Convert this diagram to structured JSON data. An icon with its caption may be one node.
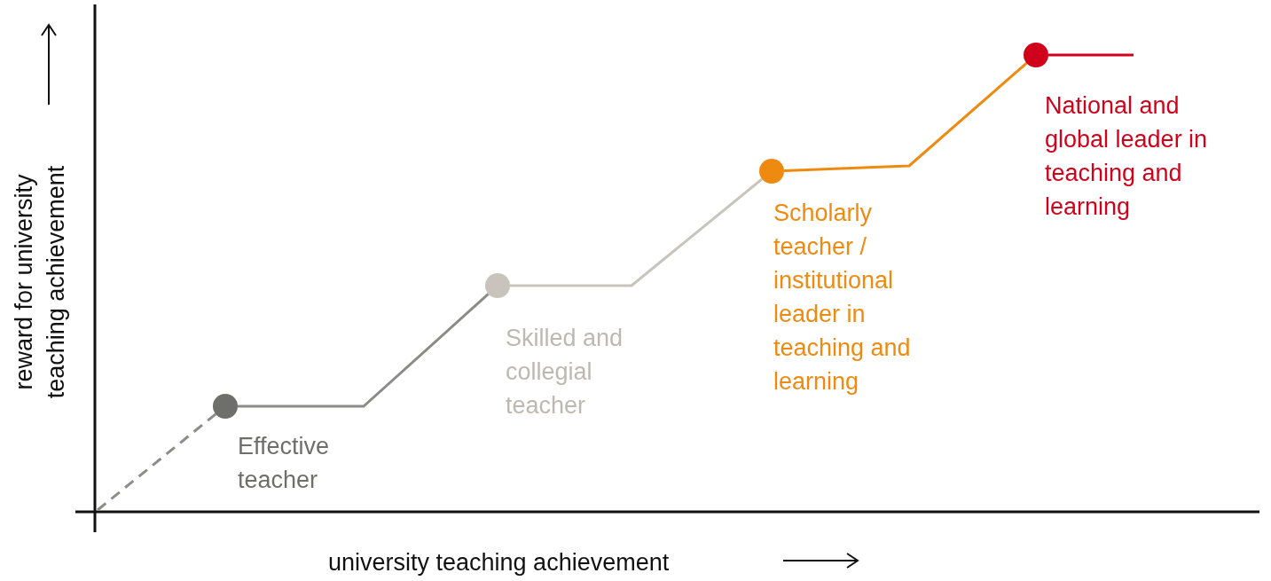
{
  "diagram": {
    "nodes": [
      {
        "text": [],
        "shape": "circle",
        "beside": [
          "Effective teacher"
        ]
      },
      {
        "text": [],
        "shape": "circle",
        "beside": [
          "Skilled and collegial teacher"
        ]
      },
      {
        "text": [],
        "shape": "circle",
        "beside": [
          "Scholarly teacher / institutional leader in teaching and learning"
        ]
      },
      {
        "text": [],
        "shape": "circle",
        "beside": [
          "National and global leader in teaching and learning"
        ]
      }
    ],
    "edges": [
      {
        "from": null,
        "to": 0,
        "arrow": "none",
        "style": "dashed",
        "color": "#8c8c88"
      },
      {
        "from": 0,
        "to": 1,
        "arrow": "none",
        "color": "#8c8c86"
      },
      {
        "from": 1,
        "to": 2,
        "arrow": "none",
        "color": "#c8c4bc"
      },
      {
        "from": 2,
        "to": 3,
        "arrow": "none",
        "color": "#ef8a11"
      },
      {
        "from": 3,
        "to": null,
        "arrow": "none",
        "color": "#d0021b"
      }
    ],
    "labels": [
      "reward for university teaching achievement",
      "university teaching achievement"
    ]
  }
}
